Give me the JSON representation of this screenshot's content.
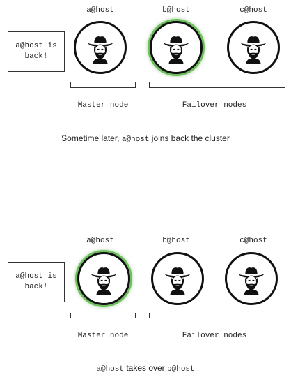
{
  "panel_top": {
    "hosts": [
      {
        "label": "a@host",
        "highlighted": false
      },
      {
        "label": "b@host",
        "highlighted": true
      },
      {
        "label": "c@host",
        "highlighted": false
      }
    ],
    "status_text": "a@host is back!",
    "groups": {
      "master": "Master node",
      "failover": "Failover nodes"
    },
    "caption": {
      "pre": "Sometime later, ",
      "code": "a@host",
      "post": " joins back the cluster"
    }
  },
  "panel_bottom": {
    "hosts": [
      {
        "label": "a@host",
        "highlighted": true
      },
      {
        "label": "b@host",
        "highlighted": false
      },
      {
        "label": "c@host",
        "highlighted": false
      }
    ],
    "status_text": "a@host is back!",
    "groups": {
      "master": "Master node",
      "failover": "Failover nodes"
    },
    "caption": {
      "code1": "a@host",
      "mid": " takes over ",
      "code2": "b@host"
    }
  },
  "colors": {
    "highlight": "#6fbf5f",
    "stroke": "#111111"
  },
  "icons": {
    "node_avatar": "cowboy-face-icon"
  }
}
